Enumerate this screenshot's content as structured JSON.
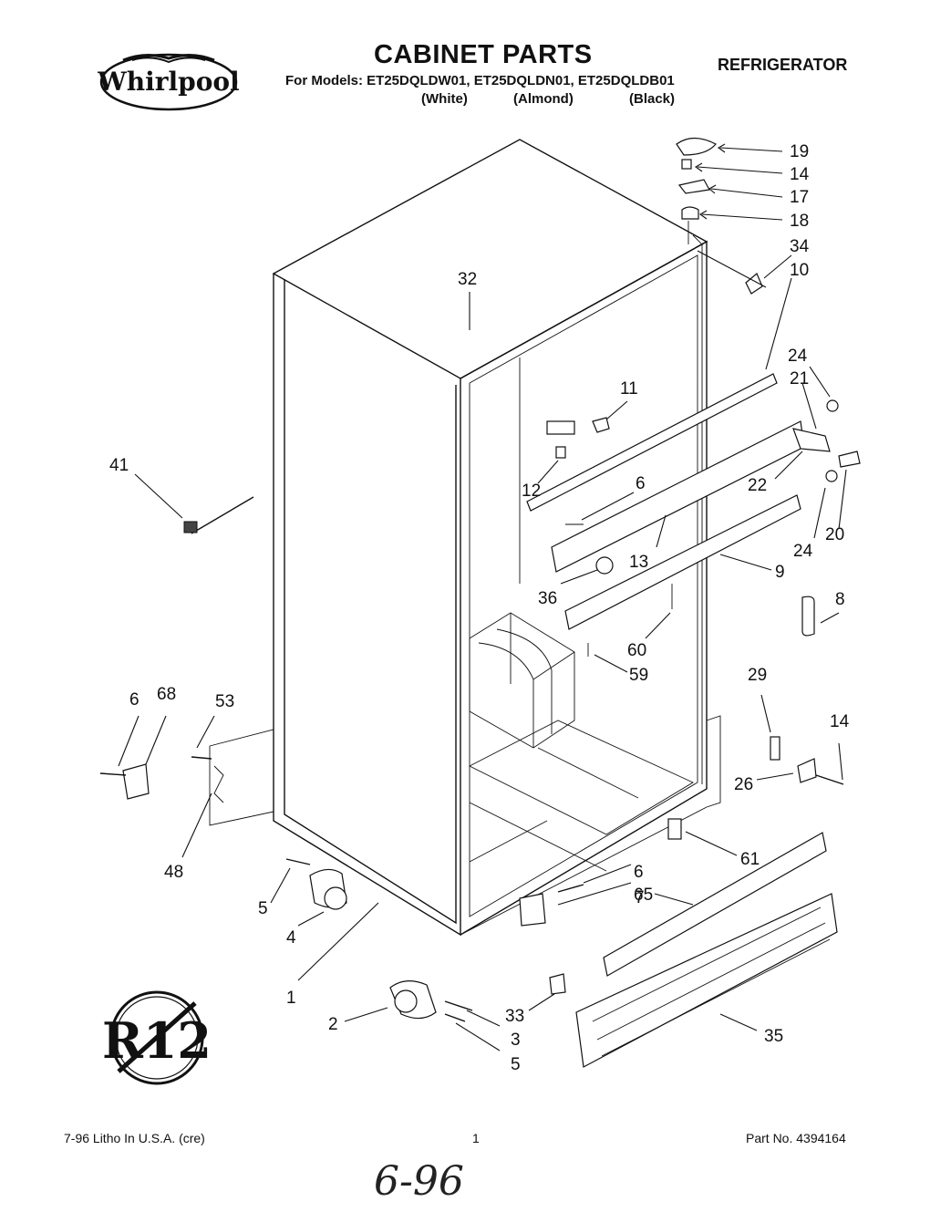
{
  "header": {
    "brand": "Whirlpool",
    "title": "CABINET PARTS",
    "models_line": "For Models: ET25DQLDW01, ET25DQLDN01, ET25DQLDB01",
    "variants": [
      "(White)",
      "(Almond)",
      "(Black)"
    ],
    "appliance": "REFRIGERATOR"
  },
  "callouts": [
    "19",
    "14",
    "17",
    "18",
    "34",
    "10",
    "32",
    "11",
    "24",
    "21",
    "41",
    "12",
    "6",
    "22",
    "20",
    "24",
    "13",
    "9",
    "36",
    "8",
    "60",
    "59",
    "29",
    "6",
    "68",
    "53",
    "14",
    "26",
    "48",
    "61",
    "6",
    "65",
    "7",
    "5",
    "4",
    "1",
    "2",
    "33",
    "3",
    "5",
    "35"
  ],
  "badge_text": "R12",
  "footer": {
    "litho": "7-96 Litho In U.S.A. (cre)",
    "page": "1",
    "part_no": "Part No. 4394164"
  },
  "handwritten_note": "6-96"
}
